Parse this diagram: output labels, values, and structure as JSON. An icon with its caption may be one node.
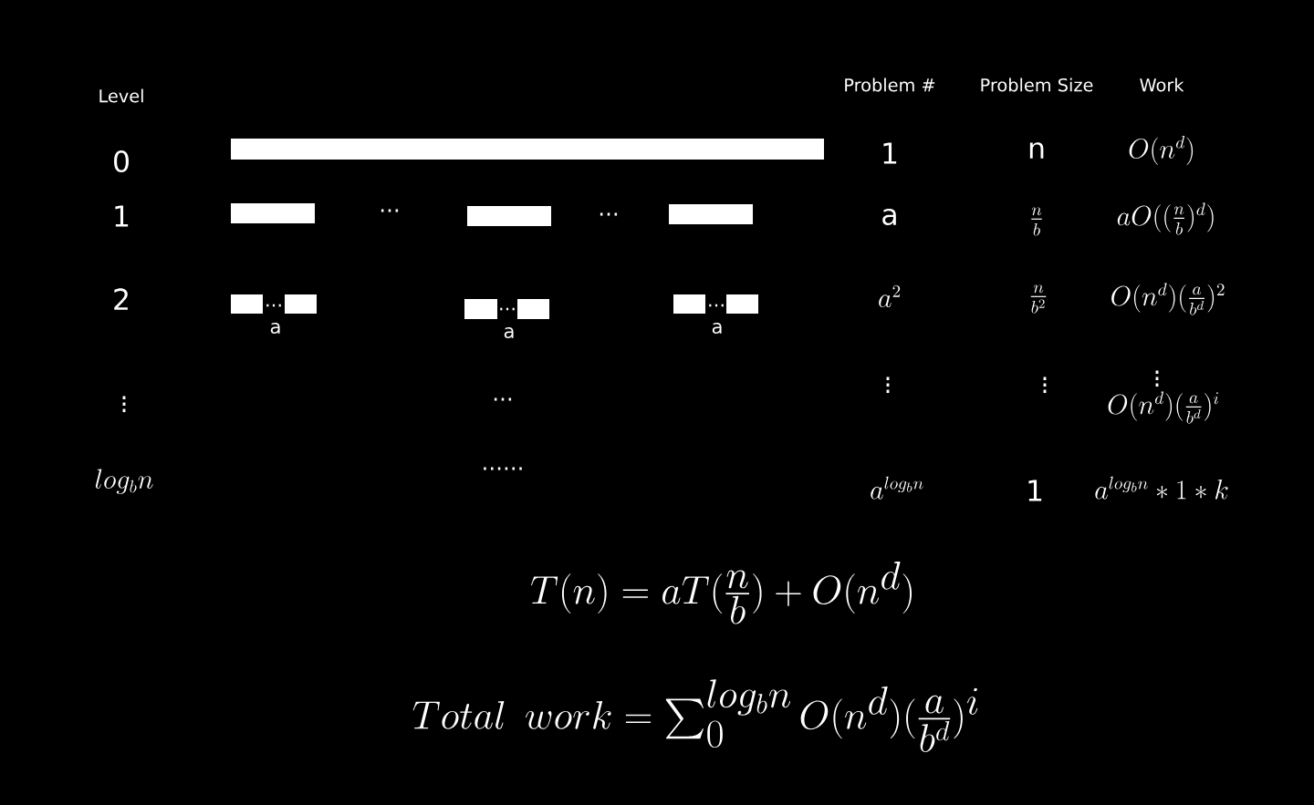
{
  "diagram": {
    "nodes": [
      {
        "text": [],
        "shape": "bar"
      },
      {
        "text": [],
        "shape": "bar"
      },
      {
        "text": [],
        "shape": "bar"
      },
      {
        "text": [],
        "shape": "bar"
      },
      {
        "text": [],
        "shape": "bar"
      },
      {
        "text": [],
        "shape": "bar"
      },
      {
        "text": [],
        "shape": "bar"
      },
      {
        "text": [],
        "shape": "bar"
      },
      {
        "text": [],
        "shape": "bar"
      },
      {
        "text": [],
        "shape": "bar"
      }
    ],
    "labels": [
      "Level",
      "Problem #",
      "Problem Size",
      "Work",
      "0",
      "1",
      "n",
      "O(n^d)",
      "1",
      "...",
      "...",
      "a",
      "\\frac{n}{b}",
      "aO((\\frac{n}{b})^d)",
      "2",
      "a^2",
      "\\frac{n}{b^2}",
      "O(n^d)(\\frac{a}{b^d})^2",
      "...",
      "...",
      "...",
      "a",
      "a",
      "a",
      "\\vdots",
      "...",
      "\\vdots",
      "\\vdots",
      "\\vdots",
      "O(n^d)(\\frac{a}{b^d})^i",
      "log_bn",
      "......",
      "a^{log_bn}",
      "1",
      "a^{log_bn}*1*k",
      "T(n)=aT(\\frac{n}{b})+O(n^d)",
      "Total\\ work=\\sum_0^{log_bn}O(n^d)(\\frac{a}{b^d})^i"
    ]
  }
}
